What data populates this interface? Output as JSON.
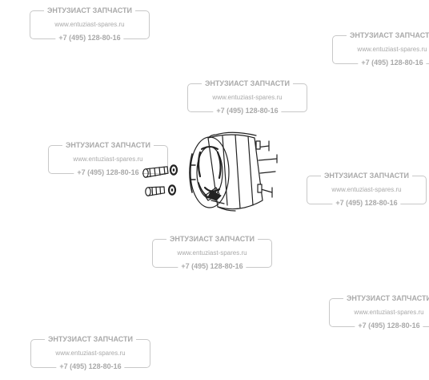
{
  "watermark": {
    "company": "ЭНТУЗИАСТ ЗАПЧАСТИ",
    "website": "www.entuziast-spares.ru",
    "phone": "+7 (495) 128-80-16"
  }
}
